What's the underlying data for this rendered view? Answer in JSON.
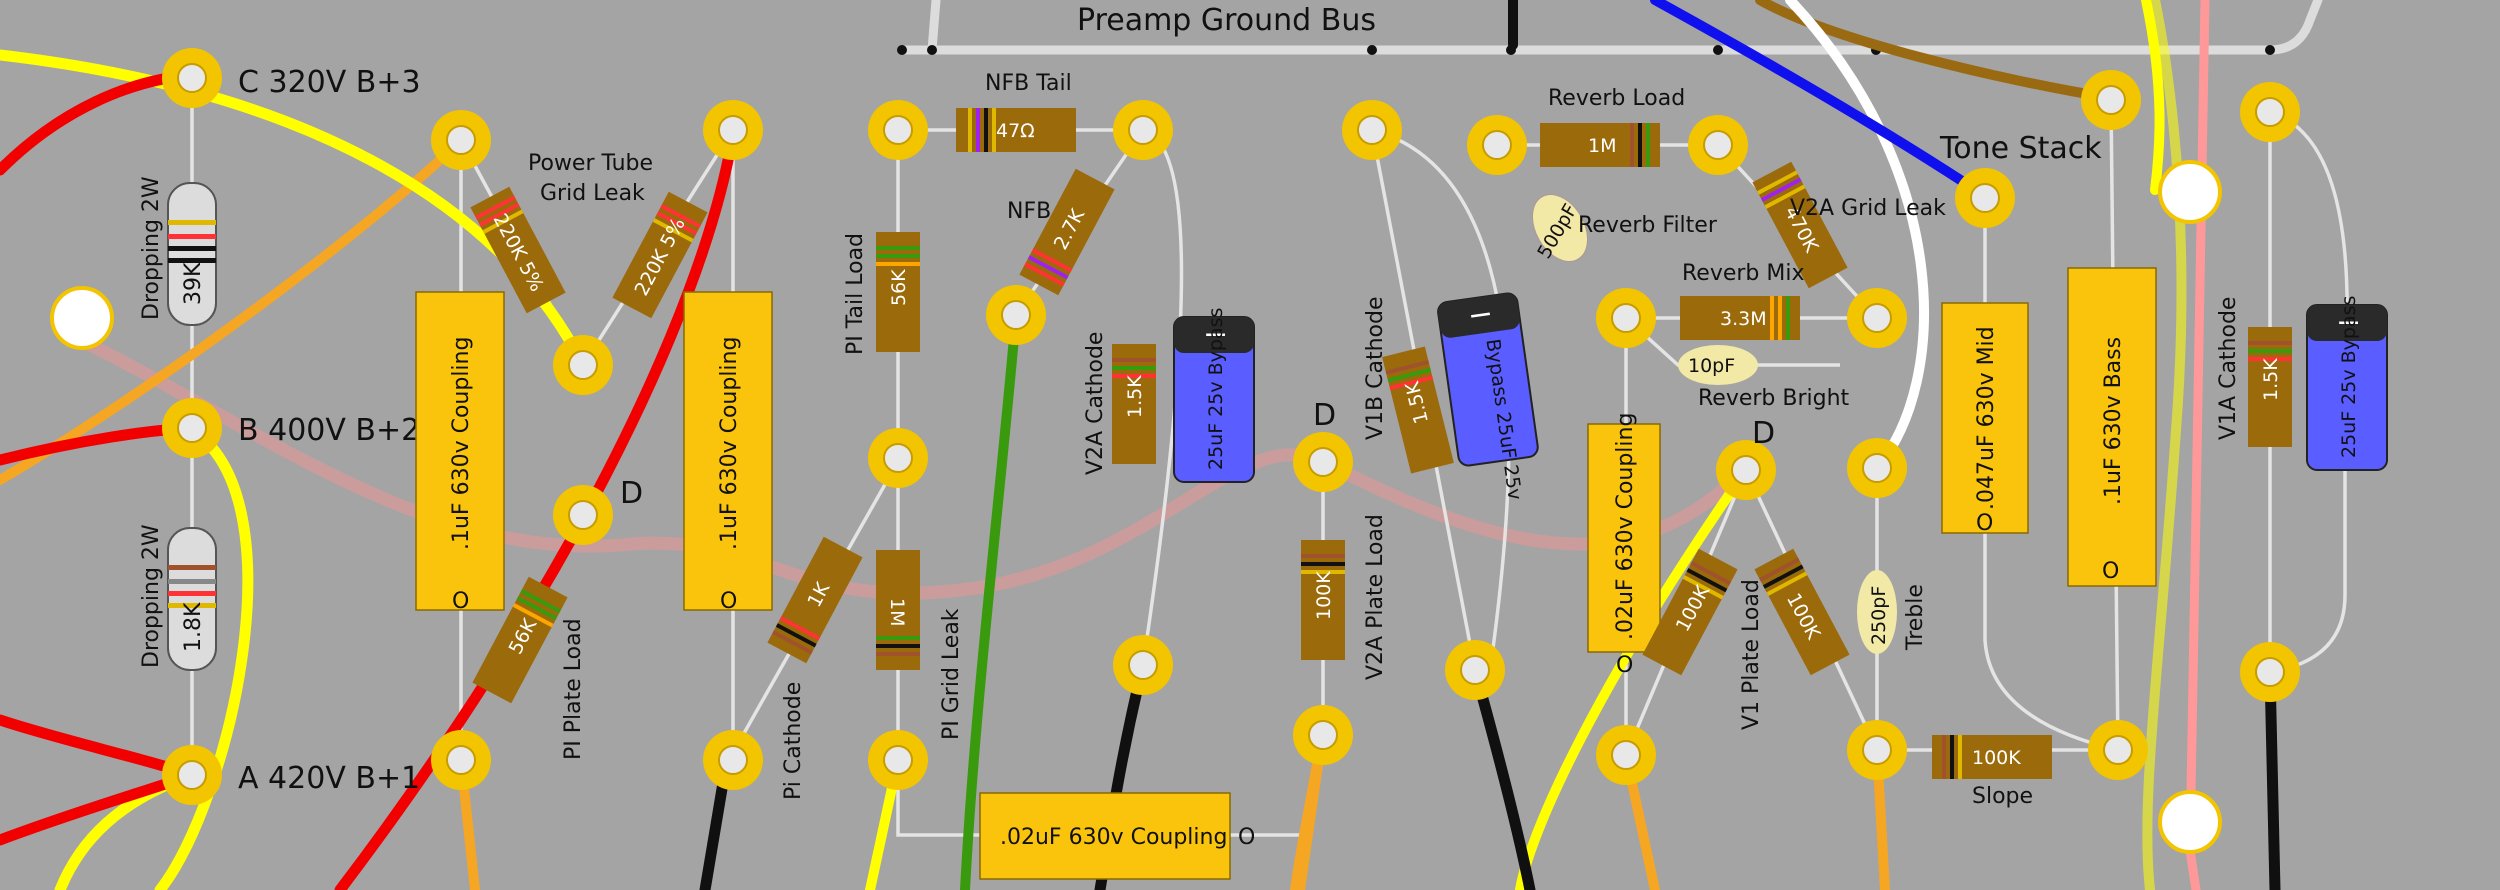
{
  "colors": {
    "board": "#a4a4a4",
    "bus": "#dcdcdc",
    "eyelet": "#f3c400",
    "resistor": "#9b6a0b",
    "cap_body": "#fac40d",
    "electrolytic": "#5a5dff",
    "small_cap": "#f2e9a6",
    "wire_red": "#f20000",
    "wire_yellow": "#ffff00",
    "wire_orange": "#f5a623",
    "wire_blue": "#1010ee",
    "wire_green": "#3a9a0e",
    "wire_black": "#101010",
    "wire_white": "#ffffff",
    "wire_brown": "#9a6a12",
    "wire_pink": "#ff9999"
  },
  "labels": {
    "ground_bus": "Preamp Ground Bus",
    "tone_stack": "Tone Stack",
    "b3": "C 320V B+3",
    "b2": "B 400V B+2",
    "b1": "A 420V B+1",
    "power_tube_grid_leak_1": "Power Tube",
    "power_tube_grid_leak_2": "Grid Leak",
    "nfb_tail": "NFB Tail",
    "nfb": "NFB",
    "pi_tail_load": "PI Tail Load",
    "pi_grid_leak": "PI Grid Leak",
    "pi_cathode": "Pi Cathode",
    "pi_plate_load": "PI Plate Load",
    "v2a_cathode": "V2A Cathode",
    "v2a_plate_load": "V2A Plate Load",
    "v1b_cathode": "V1B Cathode",
    "reverb_load": "Reverb Load",
    "reverb_filter": "Reverb Filter",
    "reverb_mix": "Reverb Mix",
    "reverb_bright": "Reverb Bright",
    "v2a_grid_leak": "V2A Grid Leak",
    "v1_plate_load": "V1 Plate Load",
    "treble": "Treble",
    "slope": "Slope",
    "v1a_cathode": "V1A Cathode",
    "d1": "D",
    "d2": "D",
    "d3": "D"
  },
  "values": {
    "drop1_name": "Dropping 2W",
    "drop1_val": "39K",
    "drop2_name": "Dropping 2W",
    "drop2_val": "1.8K",
    "r220a": "220K 5%",
    "r220b": "220K 5%",
    "r47": "47Ω",
    "r27": "2.7K",
    "r56a": "56K",
    "r56b": "56K",
    "r1ka": "1K",
    "r1ma": "1M",
    "r15a": "1.5K",
    "r100a": "100K",
    "r15b": "1.5K",
    "r1mb": "1M",
    "r33": "3.3M",
    "r470": "470K",
    "r100b": "100K",
    "r100c": "100K",
    "r100d": "100K",
    "r15c": "1.5K",
    "coup1": ".1uF  630v Coupling",
    "coup2": ".1uF  630v Coupling",
    "coup3": ".02uF  630v Coupling",
    "coup4": ".02uF  630v Coupling",
    "mid": ".047uF  630v Mid",
    "bass": ".1uF  630v Bass",
    "cap_mark": "O",
    "el1": "25uF  25v  Bypass",
    "el2": "Bypass 25uF  25v",
    "el3": "25uF  25v  Bypass",
    "el_minus": "−",
    "c500": "500pF",
    "c10": "10pF",
    "c250": "250pF"
  }
}
